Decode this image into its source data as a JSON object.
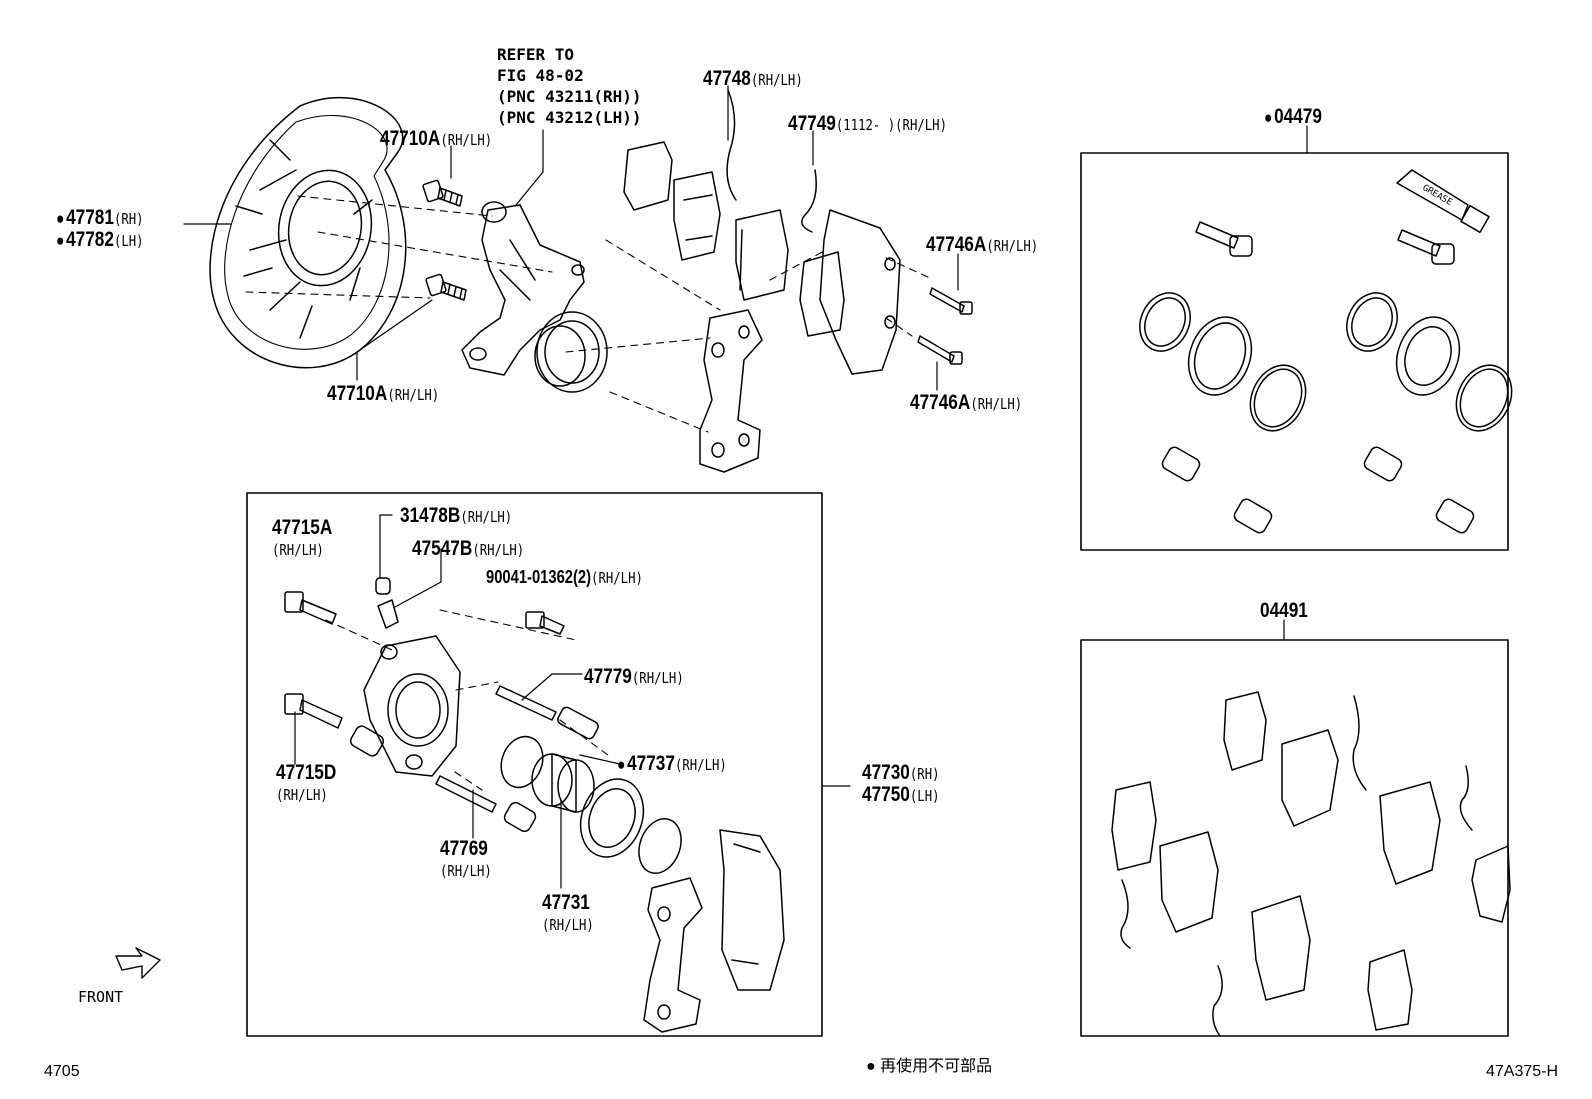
{
  "refer_note": [
    "REFER TO",
    "FIG 48-02",
    "(PNC 43211(RH))",
    "(PNC 43212(LH))"
  ],
  "labels": {
    "p47781": {
      "pn": "47781",
      "sfx": "(RH)"
    },
    "p47782": {
      "pn": "47782",
      "sfx": "(LH)"
    },
    "p47710A_top": {
      "pn": "47710A",
      "sfx": "(RH/LH)"
    },
    "p47710A_bot": {
      "pn": "47710A",
      "sfx": "(RH/LH)"
    },
    "p47748": {
      "pn": "47748",
      "sfx": "(RH/LH)"
    },
    "p47749": {
      "pn": "47749",
      "sfx": "(1112-     )(RH/LH)"
    },
    "p47746A_top": {
      "pn": "47746A",
      "sfx": "(RH/LH)"
    },
    "p47746A_bot": {
      "pn": "47746A",
      "sfx": "(RH/LH)"
    },
    "p04479": {
      "pn": "04479"
    },
    "p04491": {
      "pn": "04491"
    },
    "p47715A": {
      "pn": "47715A",
      "sfx": "(RH/LH)"
    },
    "p31478B": {
      "pn": "31478B",
      "sfx": "(RH/LH)"
    },
    "p47547B": {
      "pn": "47547B",
      "sfx": "(RH/LH)"
    },
    "p90041": {
      "pn": "90041-01362(2)",
      "sfx": "(RH/LH)"
    },
    "p47779": {
      "pn": "47779",
      "sfx": "(RH/LH)"
    },
    "p47737": {
      "pn": "47737",
      "sfx": "(RH/LH)"
    },
    "p47715D": {
      "pn": "47715D",
      "sfx": "(RH/LH)"
    },
    "p47769": {
      "pn": "47769",
      "sfx": "(RH/LH)"
    },
    "p47731": {
      "pn": "47731",
      "sfx": "(RH/LH)"
    },
    "p47730": {
      "pn": "47730",
      "sfx": "(RH)"
    },
    "p47750": {
      "pn": "47750",
      "sfx": "(LH)"
    }
  },
  "box_labels": {
    "grease": "GREASE"
  },
  "front_label": "FRONT",
  "footer": {
    "left_code": "4705",
    "legend": "再使用不可部品",
    "right_code": "47A375-H"
  }
}
